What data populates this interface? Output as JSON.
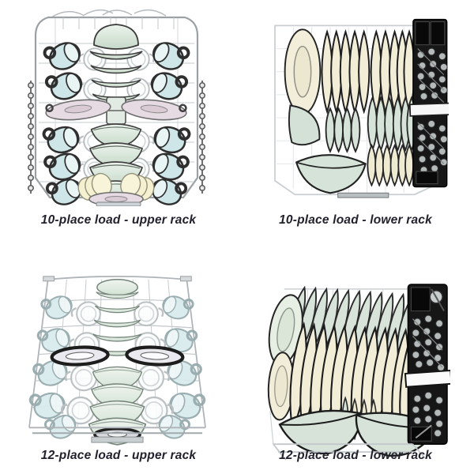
{
  "figure": {
    "panels": [
      {
        "id": "upper-rack-10",
        "caption": "10-place load - upper rack"
      },
      {
        "id": "lower-rack-10",
        "caption": "10-place load - lower rack"
      },
      {
        "id": "upper-rack-12",
        "caption": "12-place load - upper rack"
      },
      {
        "id": "lower-rack-12",
        "caption": "12-place load - lower rack"
      }
    ],
    "colors": {
      "cup_blue": "#cfe6e8",
      "glass_white": "#fcfdfd",
      "dish_sage": "#d6e3d8",
      "dish_cream": "#f1edd7",
      "saucer_pink": "#e7dbe3",
      "bowl_yellow": "#f5f0d0",
      "basket_black": "#161616",
      "utensil_gray": "#b4baba",
      "rack_gray": "#a8aeb1",
      "caption_text": "#22222e"
    }
  }
}
